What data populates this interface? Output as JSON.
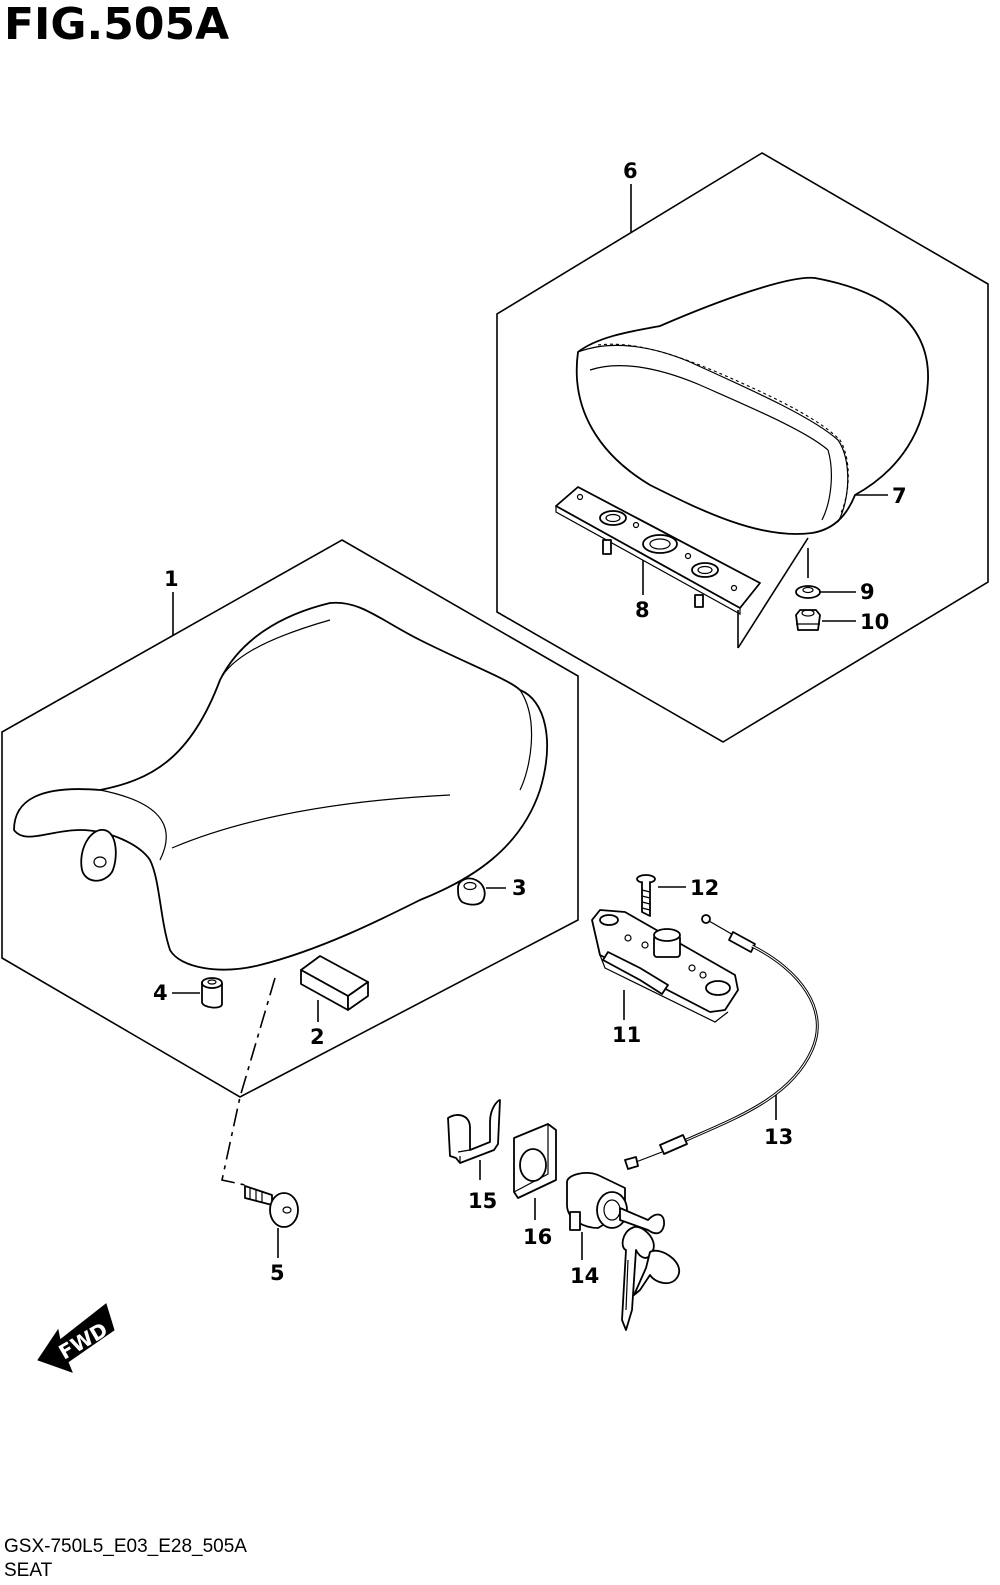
{
  "figure": {
    "title": "FIG.505A",
    "drawing_code": "GSX-750L5_E03_E28_505A",
    "name": "SEAT",
    "direction_label": "FWD"
  },
  "callouts": [
    {
      "id": "1",
      "label": "1"
    },
    {
      "id": "2",
      "label": "2"
    },
    {
      "id": "3",
      "label": "3"
    },
    {
      "id": "4",
      "label": "4"
    },
    {
      "id": "5",
      "label": "5"
    },
    {
      "id": "6",
      "label": "6"
    },
    {
      "id": "7",
      "label": "7"
    },
    {
      "id": "8",
      "label": "8"
    },
    {
      "id": "9",
      "label": "9"
    },
    {
      "id": "10",
      "label": "10"
    },
    {
      "id": "11",
      "label": "11"
    },
    {
      "id": "12",
      "label": "12"
    },
    {
      "id": "13",
      "label": "13"
    },
    {
      "id": "14",
      "label": "14"
    },
    {
      "id": "15",
      "label": "15"
    },
    {
      "id": "16",
      "label": "16"
    }
  ]
}
